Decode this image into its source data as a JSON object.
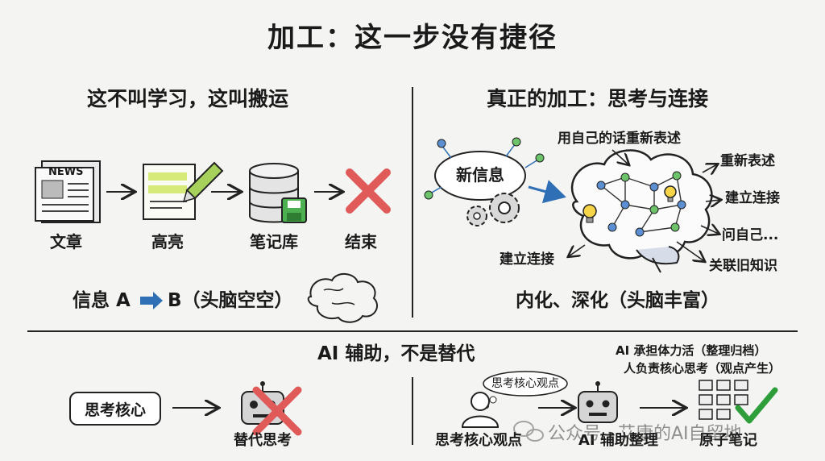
{
  "title": "加工：这一步没有捷径",
  "left_panel": {
    "heading": "这不叫学习，这叫搬运",
    "news_label": "NEWS",
    "steps": [
      "文章",
      "高亮",
      "笔记库",
      "结束"
    ],
    "summary_prefix": "信息 A",
    "summary_suffix": "B（头脑空空）"
  },
  "right_panel": {
    "heading": "真正的加工：思考与连接",
    "new_info": "新信息",
    "labels": {
      "rephrase_own": "用自己的话重新表述",
      "rephrase": "重新表述",
      "connect_right": "建立连接",
      "ask_self": "问自己...",
      "connect_left": "建立连接",
      "link_old": "关联旧知识"
    },
    "summary": "内化、深化（头脑丰富）"
  },
  "bottom": {
    "heading": "AI 辅助，不是替代",
    "left": {
      "box": "思考核心",
      "label": "替代思考"
    },
    "right": {
      "note_line1": "AI 承担体力活（整理归档）",
      "note_line2": "人负责核心思考（观点产生）",
      "bubble": "思考核心观点",
      "person_label": "思考核心观点",
      "robot_label": "AI 辅助整理",
      "notes_label": "原子笔记"
    }
  },
  "watermark": "公众号 · 艾康的AI自留地",
  "colors": {
    "cross": "#e05a5a",
    "check": "#2e9e3a",
    "arrow_blue": "#2f6fb5",
    "highlight": "#d6ea7a"
  }
}
